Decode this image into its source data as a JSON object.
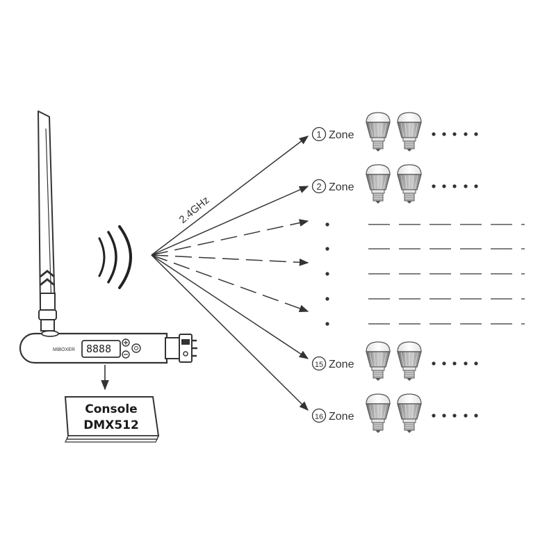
{
  "frequency_label": "2.4GHz",
  "device": {
    "brand": "MiBOXER",
    "display": "8888"
  },
  "console": {
    "line1": "Console",
    "line2": "DMX512"
  },
  "zones": [
    {
      "number": "1",
      "label": "Zone"
    },
    {
      "number": "2",
      "label": "Zone"
    },
    {
      "number": "15",
      "label": "Zone"
    },
    {
      "number": "16",
      "label": "Zone"
    }
  ],
  "colors": {
    "ink": "#333333",
    "bulb_body": "#9a9a9a",
    "bulb_base": "#d8d8d8"
  }
}
